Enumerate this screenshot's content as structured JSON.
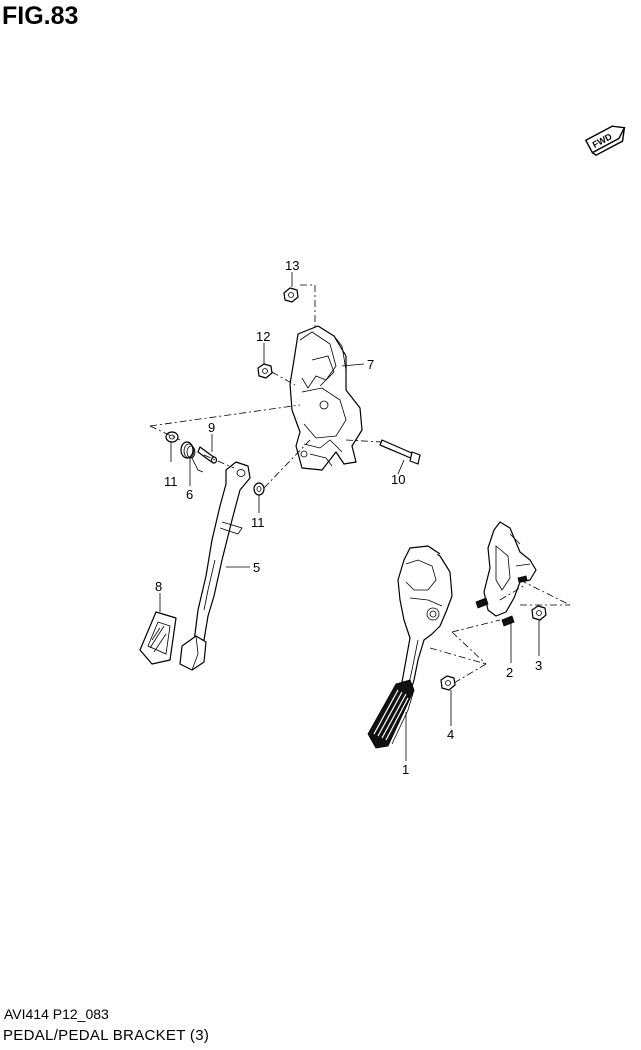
{
  "figure": {
    "title": "FIG.83",
    "code": "AVI414 P12_083",
    "name": "PEDAL/PEDAL BRACKET (3)"
  },
  "direction_badge": {
    "label": "FWD",
    "icon": "fwd-arrow-icon"
  },
  "callouts": {
    "c1": "1",
    "c2": "2",
    "c3": "3",
    "c4": "4",
    "c5": "5",
    "c6": "6",
    "c7": "7",
    "c8": "8",
    "c9": "9",
    "c10": "10",
    "c11a": "11",
    "c11b": "11",
    "c12": "12",
    "c13": "13"
  }
}
